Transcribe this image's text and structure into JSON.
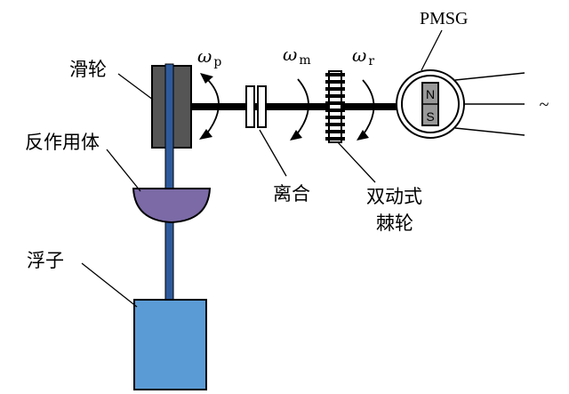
{
  "labels": {
    "pulley": "滑轮",
    "reaction_body": "反作用体",
    "float": "浮子",
    "clutch": "离合",
    "ratchet_line1": "双动式",
    "ratchet_line2": "棘轮",
    "pmsg": "PMSG",
    "ac_symbol": "~"
  },
  "omegas": {
    "p": {
      "symbol": "ω",
      "sub": "p"
    },
    "m": {
      "symbol": "ω",
      "sub": "m"
    },
    "r": {
      "symbol": "ω",
      "sub": "r"
    }
  },
  "magnet": {
    "north": "N",
    "south": "S"
  },
  "colors": {
    "pulley": "#555555",
    "rod": "#2e5a9c",
    "reaction_body": "#7b6aa6",
    "float": "#5b9bd5",
    "magnet": "#999999",
    "shaft": "#000000"
  }
}
